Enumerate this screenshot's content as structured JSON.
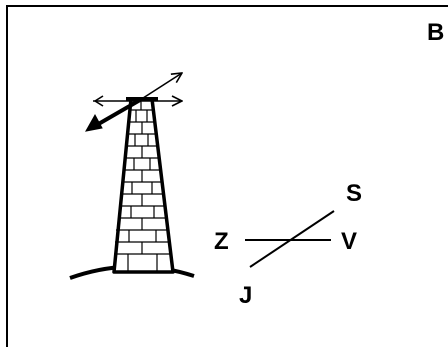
{
  "figure": {
    "panel_label": "B",
    "compass": {
      "north": "S",
      "south": "J",
      "west": "Z",
      "east": "V"
    }
  },
  "colors": {
    "stroke": "#000000",
    "background": "#ffffff"
  },
  "icons": [
    "tower-icon",
    "wind-arrows-icon",
    "compass-rose"
  ]
}
